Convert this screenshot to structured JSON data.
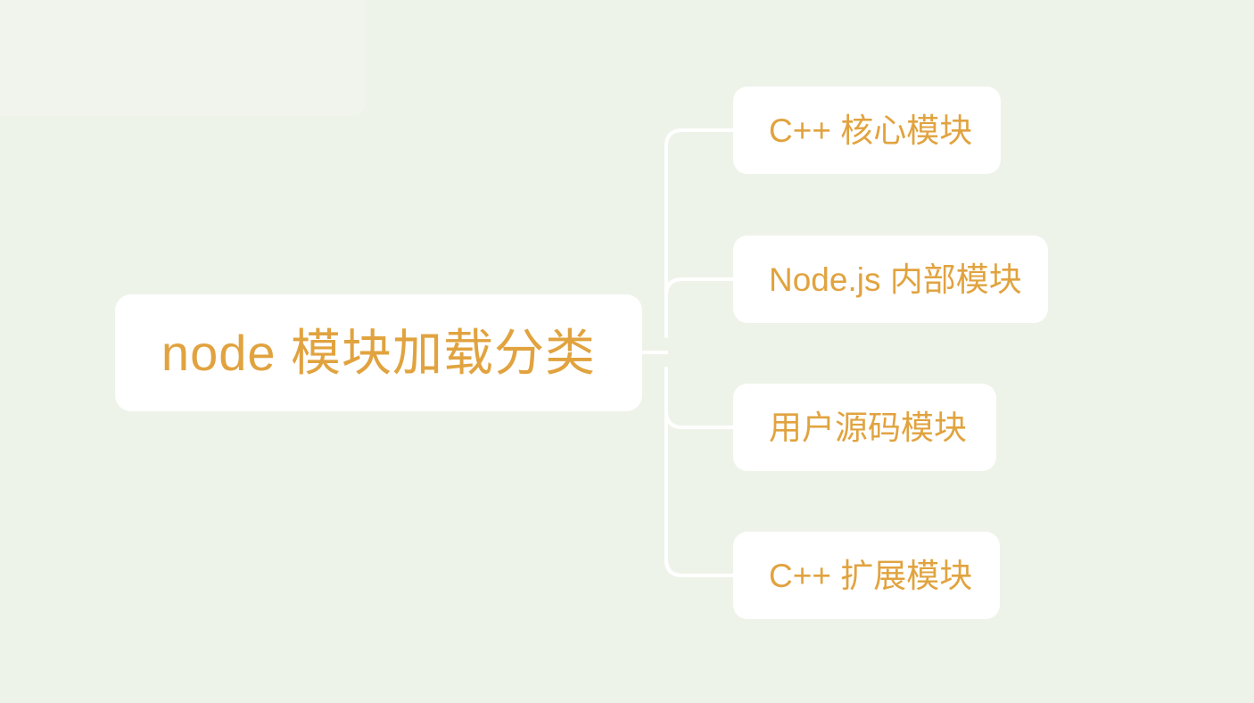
{
  "diagram": {
    "type": "mind-map",
    "title": "node 模块加载分类",
    "orientation": "left-to-right",
    "background_color": "#eef3e9",
    "node_fill_color": "#ffffff",
    "text_color": "#e1a33f",
    "connector_color": "#ffffff",
    "root": {
      "label": "node 模块加载分类"
    },
    "children": [
      {
        "label": "C++ 核心模块"
      },
      {
        "label": "Node.js 内部模块"
      },
      {
        "label": "用户源码模块"
      },
      {
        "label": "C++ 扩展模块"
      }
    ]
  }
}
